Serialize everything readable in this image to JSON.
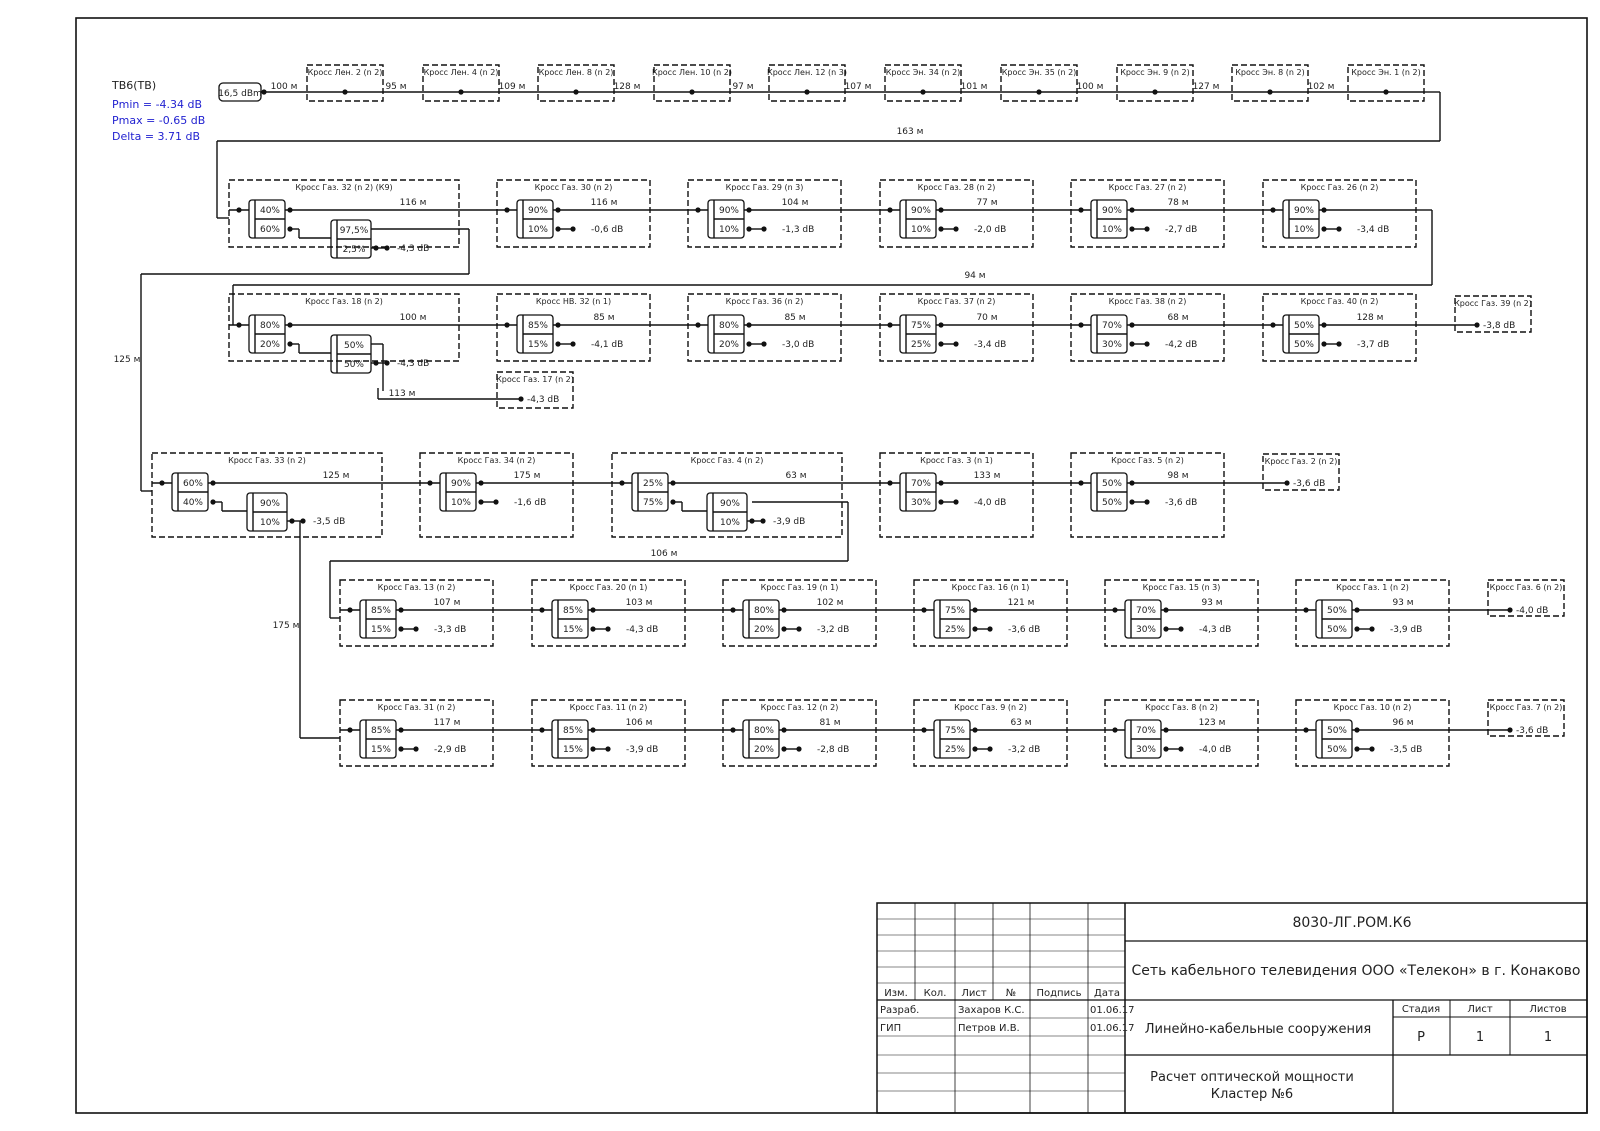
{
  "source": {
    "name": "ТВ6(ТВ)",
    "pmin": "Pmin = -4.34 dB",
    "pmax": "Pmax = -0.65 dB",
    "delta": "Delta = 3.71 dB",
    "level": "16,5 dBm"
  },
  "trunk": {
    "first_len": "100 м",
    "crosses": [
      {
        "label": "Кросс Лен. 2 (n 2)",
        "len": "95 м"
      },
      {
        "label": "Кросс Лен. 4 (n 2)",
        "len": "109 м"
      },
      {
        "label": "Кросс Лен. 8 (n 2)",
        "len": "128 м"
      },
      {
        "label": "Кросс Лен. 10 (n 2)",
        "len": "97 м"
      },
      {
        "label": "Кросс Лен. 12 (n 3)",
        "len": "107 м"
      },
      {
        "label": "Кросс Эн. 34 (n 2)",
        "len": "101 м"
      },
      {
        "label": "Кросс Эн. 35 (n 2)",
        "len": "100 м"
      },
      {
        "label": "Кросс Эн. 9 (n 2)",
        "len": "127 м"
      },
      {
        "label": "Кросс Эн. 8 (n 2)",
        "len": "102 м"
      },
      {
        "label": "Кросс Эн. 1 (n 2)",
        "len": ""
      }
    ],
    "return_len": "163 м"
  },
  "links": {
    "row2_to_row3": "94 м",
    "row1_down": "125 м",
    "row3_branch": "113 м",
    "row4_to_row5": "106 м",
    "row4_to_row6": "175 м"
  },
  "rows": [
    {
      "nodes": [
        {
          "label": "Кросс Газ. 32 (n 2) (К9)",
          "len": "116 м",
          "top": "40%",
          "bottom": "60%",
          "sub_top": "97,5%",
          "sub_bottom": "2,5%",
          "db": "-4,3 dB"
        },
        {
          "label": "Кросс Газ. 30 (n 2)",
          "len": "116 м",
          "top": "90%",
          "bottom": "10%",
          "db": "-0,6 dB"
        },
        {
          "label": "Кросс Газ. 29 (n 3)",
          "len": "104 м",
          "top": "90%",
          "bottom": "10%",
          "db": "-1,3 dB"
        },
        {
          "label": "Кросс Газ. 28 (n 2)",
          "len": "77 м",
          "top": "90%",
          "bottom": "10%",
          "db": "-2,0 dB"
        },
        {
          "label": "Кросс Газ. 27 (n 2)",
          "len": "78 м",
          "top": "90%",
          "bottom": "10%",
          "db": "-2,7 dB"
        },
        {
          "label": "Кросс Газ. 26 (n 2)",
          "len": "",
          "top": "90%",
          "bottom": "10%",
          "db": "-3,4 dB"
        }
      ]
    },
    {
      "nodes": [
        {
          "label": "Кросс Газ. 18 (n 2)",
          "len": "100 м",
          "top": "80%",
          "bottom": "20%",
          "sub_top": "50%",
          "sub_bottom": "50%",
          "db": "-4,3 dB"
        },
        {
          "label": "Кросс НВ. 32 (n 1)",
          "len": "85 м",
          "top": "85%",
          "bottom": "15%",
          "db": "-4,1 dB"
        },
        {
          "label": "Кросс Газ. 36 (n 2)",
          "len": "85 м",
          "top": "80%",
          "bottom": "20%",
          "db": "-3,0 dB"
        },
        {
          "label": "Кросс Газ. 37 (n 2)",
          "len": "70 м",
          "top": "75%",
          "bottom": "25%",
          "db": "-3,4 dB"
        },
        {
          "label": "Кросс Газ. 38 (n 2)",
          "len": "68 м",
          "top": "70%",
          "bottom": "30%",
          "db": "-4,2 dB"
        },
        {
          "label": "Кросс Газ. 40 (n 2)",
          "len": "128 м",
          "top": "50%",
          "bottom": "50%",
          "db": "-3,7 dB"
        }
      ],
      "end": {
        "label": "Кросс Газ. 39 (n 2)",
        "db": "-3,8 dB"
      },
      "branch": {
        "label": "Кросс Газ. 17 (n 2)",
        "db": "-4,3 dB"
      }
    },
    {
      "nodes": [
        {
          "label": "Кросс Газ. 33 (n 2)",
          "len": "125 м",
          "top": "60%",
          "bottom": "40%",
          "sub_top": "90%",
          "sub_bottom": "10%",
          "db": "-3,5 dB"
        },
        {
          "label": "Кросс Газ. 34 (n 2)",
          "len": "175 м",
          "top": "90%",
          "bottom": "10%",
          "db": "-1,6 dB"
        },
        {
          "label": "Кросс Газ. 4 (n 2)",
          "len": "63 м",
          "top": "25%",
          "bottom": "75%",
          "sub_top": "90%",
          "sub_bottom": "10%",
          "db": "-3,9 dB"
        },
        {
          "label": "Кросс Газ. 3 (n 1)",
          "len": "133 м",
          "top": "70%",
          "bottom": "30%",
          "db": "-4,0 dB"
        },
        {
          "label": "Кросс Газ. 5 (n 2)",
          "len": "98 м",
          "top": "50%",
          "bottom": "50%",
          "db": "-3,6 dB"
        }
      ],
      "end": {
        "label": "Кросс Газ. 2 (n 2)",
        "db": "-3,6 dB"
      }
    },
    {
      "nodes": [
        {
          "label": "Кросс Газ. 13 (n 2)",
          "len": "107 м",
          "top": "85%",
          "bottom": "15%",
          "db": "-3,3 dB"
        },
        {
          "label": "Кросс Газ. 20 (n 1)",
          "len": "103 м",
          "top": "85%",
          "bottom": "15%",
          "db": "-4,3 dB"
        },
        {
          "label": "Кросс Газ. 19 (n 1)",
          "len": "102 м",
          "top": "80%",
          "bottom": "20%",
          "db": "-3,2 dB"
        },
        {
          "label": "Кросс Газ. 16 (n 1)",
          "len": "121 м",
          "top": "75%",
          "bottom": "25%",
          "db": "-3,6 dB"
        },
        {
          "label": "Кросс Газ. 15 (n 3)",
          "len": "93 м",
          "top": "70%",
          "bottom": "30%",
          "db": "-4,3 dB"
        },
        {
          "label": "Кросс Газ. 1 (n 2)",
          "len": "93 м",
          "top": "50%",
          "bottom": "50%",
          "db": "-3,9 dB"
        }
      ],
      "end": {
        "label": "Кросс Газ. 6 (n 2)",
        "db": "-4,0 dB"
      }
    },
    {
      "nodes": [
        {
          "label": "Кросс Газ. 31 (n 2)",
          "len": "117 м",
          "top": "85%",
          "bottom": "15%",
          "db": "-2,9 dB"
        },
        {
          "label": "Кросс Газ. 11 (n 2)",
          "len": "106 м",
          "top": "85%",
          "bottom": "15%",
          "db": "-3,9 dB"
        },
        {
          "label": "Кросс Газ. 12 (n 2)",
          "len": "81 м",
          "top": "80%",
          "bottom": "20%",
          "db": "-2,8 dB"
        },
        {
          "label": "Кросс Газ. 9 (n 2)",
          "len": "63 м",
          "top": "75%",
          "bottom": "25%",
          "db": "-3,2 dB"
        },
        {
          "label": "Кросс Газ. 8 (n 2)",
          "len": "123 м",
          "top": "70%",
          "bottom": "30%",
          "db": "-4,0 dB"
        },
        {
          "label": "Кросс Газ. 10 (n 2)",
          "len": "96 м",
          "top": "50%",
          "bottom": "50%",
          "db": "-3,5 dB"
        }
      ],
      "end": {
        "label": "Кросс Газ. 7 (n 2)",
        "db": "-3,6 dB"
      }
    }
  ],
  "title_block": {
    "code": "8030-ЛГ.РОМ.К6",
    "project": "Сеть кабельного телевидения ООО «Телекон» в г. Конаково",
    "section": "Линейно-кабельные сооружения",
    "sheet_title_1": "Расчет оптической мощности",
    "sheet_title_2": "Кластер №6",
    "headers": {
      "izm": "Изм.",
      "kol": "Кол.",
      "list": "Лист",
      "num": "№",
      "sign": "Подпись",
      "date": "Дата"
    },
    "people": [
      {
        "role": "Разраб.",
        "name": "Захаров К.С.",
        "date": "01.06.17"
      },
      {
        "role": "ГИП",
        "name": "Петров И.В.",
        "date": "01.06.17"
      }
    ],
    "stage_label": "Стадия",
    "stage": "Р",
    "sheet_label": "Лист",
    "sheet": "1",
    "sheets_label": "Листов",
    "sheets": "1"
  }
}
